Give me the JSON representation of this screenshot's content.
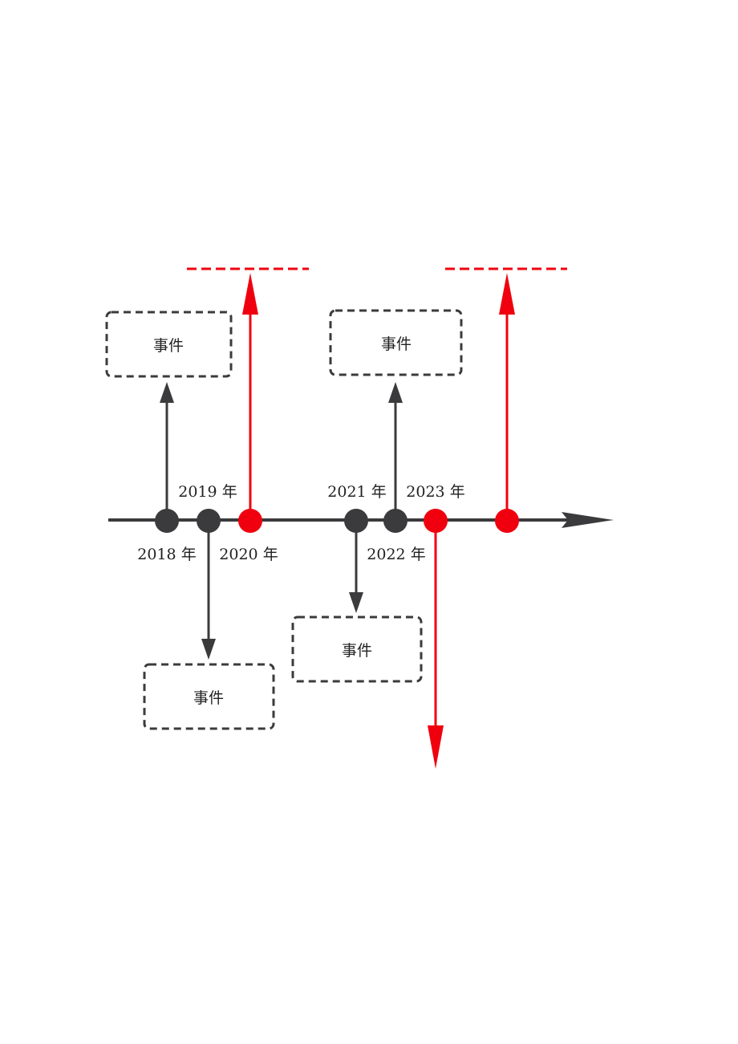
{
  "colors": {
    "dark": "#3b3b3d",
    "red": "#f0000e",
    "text": "#222222",
    "background": "#ffffff"
  },
  "years": {
    "y2018": "2018 年",
    "y2019": "2019 年",
    "y2020": "2020 年",
    "y2021": "2021 年",
    "y2022": "2022 年",
    "y2023": "2023 年"
  },
  "events": {
    "box1": "事件",
    "box2": "事件",
    "box3": "事件",
    "box4": "事件"
  }
}
